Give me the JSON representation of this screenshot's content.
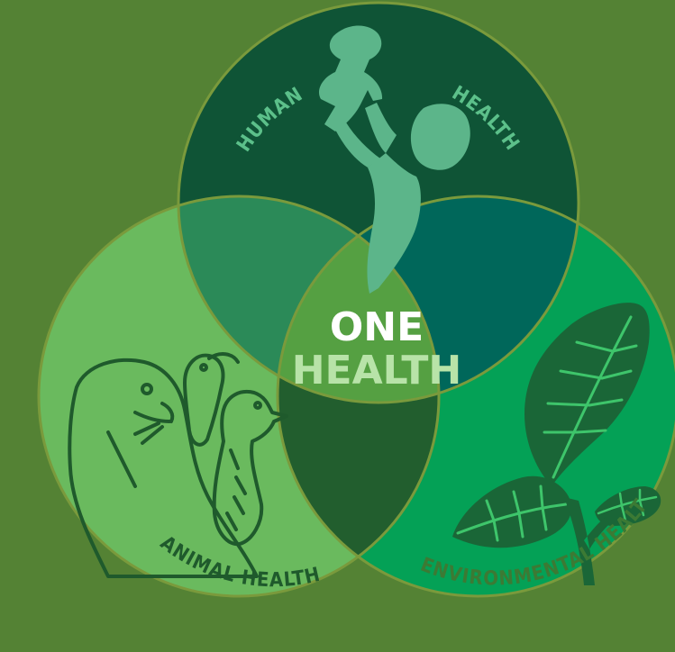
{
  "background_color": "#548234",
  "colors": {
    "human_circle": "#0f5436",
    "animal_circle": "#6aba5e",
    "environment_circle": "#04a156",
    "human_animal_overlap": "#2b8a58",
    "human_environment_overlap": "#00675a",
    "animal_environment_overlap": "#225e2e",
    "center_overlap": "#55a042",
    "circle_stroke": "#7a9a3c",
    "silhouette_human": "#5cb58a",
    "animal_lineart": "#1f5a2c",
    "leaf_fill": "#1a6637",
    "leaf_vein": "#3ec56b",
    "label_human": "#5cc08a",
    "label_animal": "#1f5a2c",
    "label_environment": "#3c7a34",
    "center_one": "#ffffff",
    "center_health": "#b8e3a8"
  },
  "labels": {
    "human_left": "HUMAN",
    "human_right": "HEALTH",
    "animal": "ANIMAL HEALTH",
    "environment": "ENVIRONMENTAL HEALTH",
    "center_line1": "ONE",
    "center_line2": "HEALTH"
  },
  "icons": {
    "human": "parent-lifting-baby-silhouette",
    "animal": "monk-seal-and-birds-lineart",
    "environment": "taro-leaf-plant"
  }
}
